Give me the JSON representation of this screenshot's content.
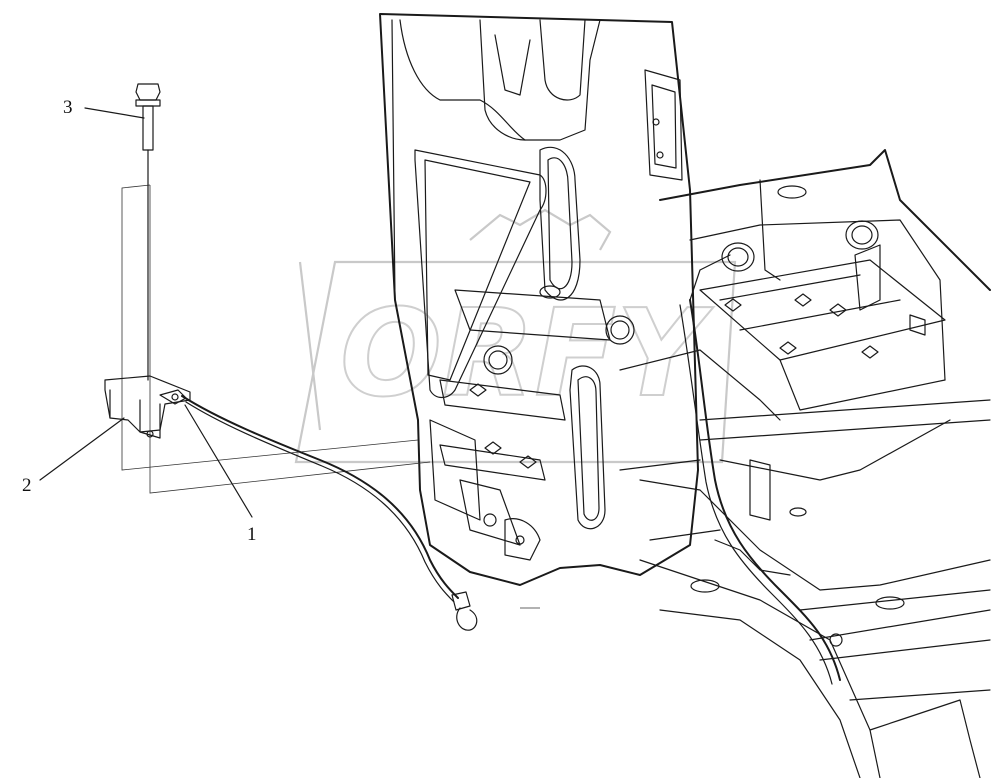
{
  "callouts": [
    {
      "id": "1",
      "label": "1"
    },
    {
      "id": "2",
      "label": "2"
    },
    {
      "id": "3",
      "label": "3"
    }
  ],
  "watermark": {
    "text": "ORFY"
  },
  "colors": {
    "line": "#1a1a1a",
    "watermark": "#c9c9c9",
    "background": "#ffffff"
  }
}
